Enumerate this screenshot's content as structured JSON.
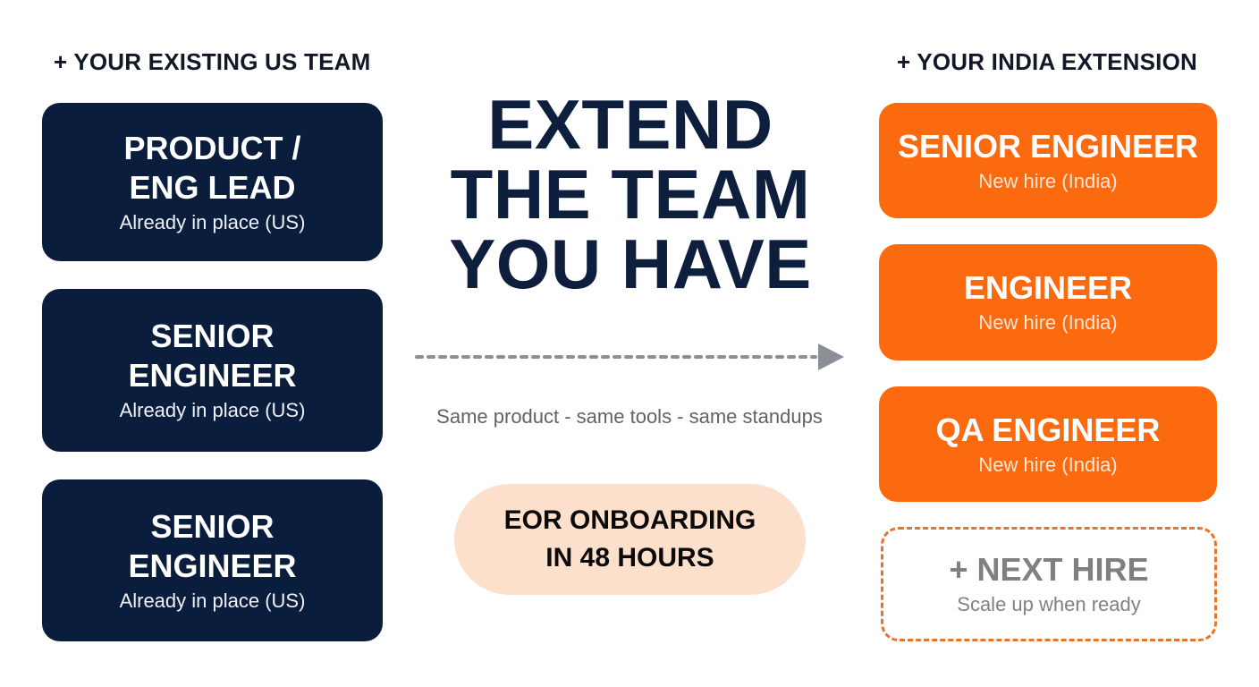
{
  "left_column": {
    "heading": "+ YOUR EXISTING US TEAM",
    "cards": [
      {
        "title": "PRODUCT /\nENG LEAD",
        "subtitle": "Already in place (US)"
      },
      {
        "title": "SENIOR\nENGINEER",
        "subtitle": "Already in place (US)"
      },
      {
        "title": "SENIOR\nENGINEER",
        "subtitle": "Already in place (US)"
      }
    ]
  },
  "center": {
    "title": "EXTEND\nTHE TEAM\nYOU HAVE",
    "tagline": "Same product - same tools - same standups",
    "pill": "EOR ONBOARDING\nIN 48 HOURS"
  },
  "right_column": {
    "heading": "+ YOUR INDIA EXTENSION",
    "cards": [
      {
        "title": "SENIOR ENGINEER",
        "subtitle": "New hire (India)"
      },
      {
        "title": "ENGINEER",
        "subtitle": "New hire (India)"
      },
      {
        "title": "QA ENGINEER",
        "subtitle": "New hire (India)"
      }
    ],
    "next_card": {
      "title": "+ NEXT HIRE",
      "subtitle": "Scale up when ready"
    }
  },
  "colors": {
    "navy": "#0b1d3c",
    "orange": "#fb6a0f",
    "peach": "#fde0cb",
    "dashed_border": "#e8732a",
    "arrow_gray": "#8a8f98"
  }
}
